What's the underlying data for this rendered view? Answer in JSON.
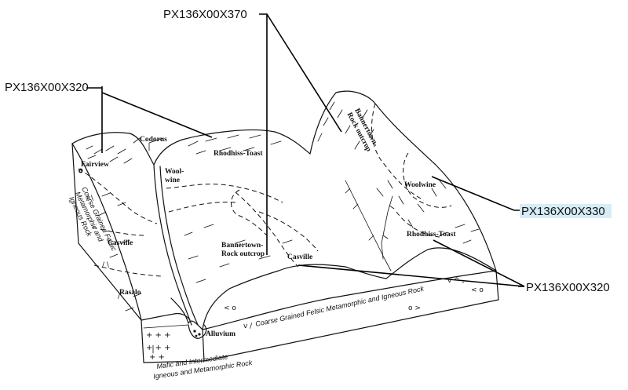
{
  "callouts": {
    "top_left": "PX136X00X320",
    "top_center": "PX136X00X370",
    "right_mid": "PX136X00X330",
    "right_low": "PX136X00X320"
  },
  "soils": {
    "fairview": "Fairview",
    "codorus": "Codorus",
    "woolwine_left_1": "Wool-",
    "woolwine_left_2": "wine",
    "rhodhiss_toast_top": "Rhodhiss-Toast",
    "casville_left": "Casville",
    "rasalo": "Rasalo",
    "bannertown_center_1": "Bannertown-",
    "bannertown_center_2": "Rock outcrop",
    "casville_center": "Casville",
    "bannertown_right_1": "Bannertown-",
    "bannertown_right_2": "Rock outcrop",
    "woolwine_right": "Woolwine",
    "rhodhiss_toast_right": "Rhodhiss-Toast",
    "alluvium": "Alluvium"
  },
  "rocks": {
    "front_face": "Coarse Grained Felsic Metamorphic and Igneous Rock",
    "side_face_1": "Coarse Grained Felsic",
    "side_face_2": "Metamorphic and",
    "side_face_3": "Igneous Rock",
    "mafic_1": "Mafic and Intermediate",
    "mafic_2": "Igneous and Metamorphic Rock"
  },
  "colors": {
    "ink": "#111111",
    "highlight": "#d6ecf7"
  }
}
